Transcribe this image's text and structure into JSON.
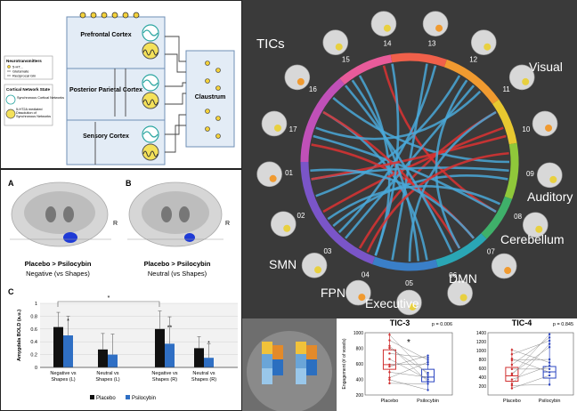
{
  "diagram": {
    "regions": [
      "Prefrontal Cortex",
      "Posterior Parietal Cortex",
      "Sensory Cortex",
      "Claustrum"
    ],
    "legend": {
      "neurotransmitters_title": "Neurotransmitters",
      "neurotransmitters": [
        "5-HT...",
        "Glutamate",
        "Reciprocal Gln"
      ],
      "network_state_title": "Cortical Network State",
      "network_state": [
        "Synchronous Cortical Networks",
        "5-HT2A mediated Dissolution of Synchronous Networks"
      ]
    }
  },
  "brain": {
    "panel_a": {
      "letter": "A",
      "side": "R",
      "contrast": "Placebo > Psilocybin",
      "condition": "Negative (vs Shapes)"
    },
    "panel_b": {
      "letter": "B",
      "side": "R",
      "contrast": "Placebo > Psilocybin",
      "condition": "Neutral (vs Shapes)"
    },
    "panel_c_letter": "C"
  },
  "amygdala_chart": {
    "chart_data": {
      "type": "bar",
      "ylabel": "Amygdala BOLD (a.u.)",
      "ylim": [
        0,
        1
      ],
      "yticks": [
        "0",
        "0.2",
        "0.4",
        "0.6",
        "0.8",
        "1"
      ],
      "categories": [
        "Negative vs Shapes (L)",
        "Neutral vs Shapes (L)",
        "Negative vs Shapes (R)",
        "Neutral vs Shapes (R)"
      ],
      "category_lines": [
        [
          "Negative vs",
          "Shapes (L)"
        ],
        [
          "Neutral vs",
          "Shapes (L)"
        ],
        [
          "Negative vs",
          "Shapes (R)"
        ],
        [
          "Neutral vs",
          "Shapes (R)"
        ]
      ],
      "series": [
        {
          "name": "Placebo",
          "color": "#111111",
          "values": [
            0.63,
            0.28,
            0.6,
            0.3
          ],
          "errors": [
            0.23,
            0.25,
            0.28,
            0.18
          ]
        },
        {
          "name": "Psilocybin",
          "color": "#2f6fc4",
          "values": [
            0.5,
            0.2,
            0.37,
            0.15
          ],
          "errors": [
            0.3,
            0.32,
            0.42,
            0.22
          ]
        }
      ],
      "markers": [
        "*",
        "**",
        "*"
      ],
      "bracket_marker": "*"
    }
  },
  "circle": {
    "labels": {
      "tics": "TICs",
      "visual": "Visual",
      "auditory": "Auditory",
      "cerebellum": "Cerebellum",
      "dmn": "DMN",
      "executive": "Executive",
      "fpn": "FPN",
      "smn": "SMN"
    },
    "numbers": [
      "01",
      "02",
      "03",
      "04",
      "05",
      "06",
      "07",
      "08",
      "09",
      "10",
      "11",
      "12",
      "13",
      "14",
      "15",
      "16",
      "17"
    ]
  },
  "tic3": {
    "chart_data": {
      "type": "box",
      "title": "TIC-3",
      "pvalue": "p = 0.006",
      "ylabel": "Engagement (# of voxels)",
      "ylim": [
        200,
        1000
      ],
      "yticks": [
        "1000",
        "800",
        "600",
        "400",
        "200"
      ],
      "categories": [
        "Placebo",
        "Psilocybin"
      ],
      "colors": [
        "#d03030",
        "#2a44c0"
      ],
      "box": [
        {
          "min": 350,
          "q1": 530,
          "median": 590,
          "q3": 780,
          "max": 1000
        },
        {
          "min": 250,
          "q1": 370,
          "median": 430,
          "q3": 530,
          "max": 720
        }
      ],
      "significance": "*"
    }
  },
  "tic4": {
    "chart_data": {
      "type": "box",
      "title": "TIC-4",
      "pvalue": "p = 0.845",
      "ylim": [
        0,
        1400
      ],
      "yticks": [
        "1400",
        "1200",
        "1000",
        "800",
        "600",
        "400",
        "200"
      ],
      "categories": [
        "Placebo",
        "Psilocybin"
      ],
      "colors": [
        "#d03030",
        "#2a44c0"
      ],
      "box": [
        {
          "min": 150,
          "q1": 310,
          "median": 430,
          "q3": 620,
          "max": 1050
        },
        {
          "min": 200,
          "q1": 380,
          "median": 520,
          "q3": 640,
          "max": 1400
        }
      ]
    }
  }
}
